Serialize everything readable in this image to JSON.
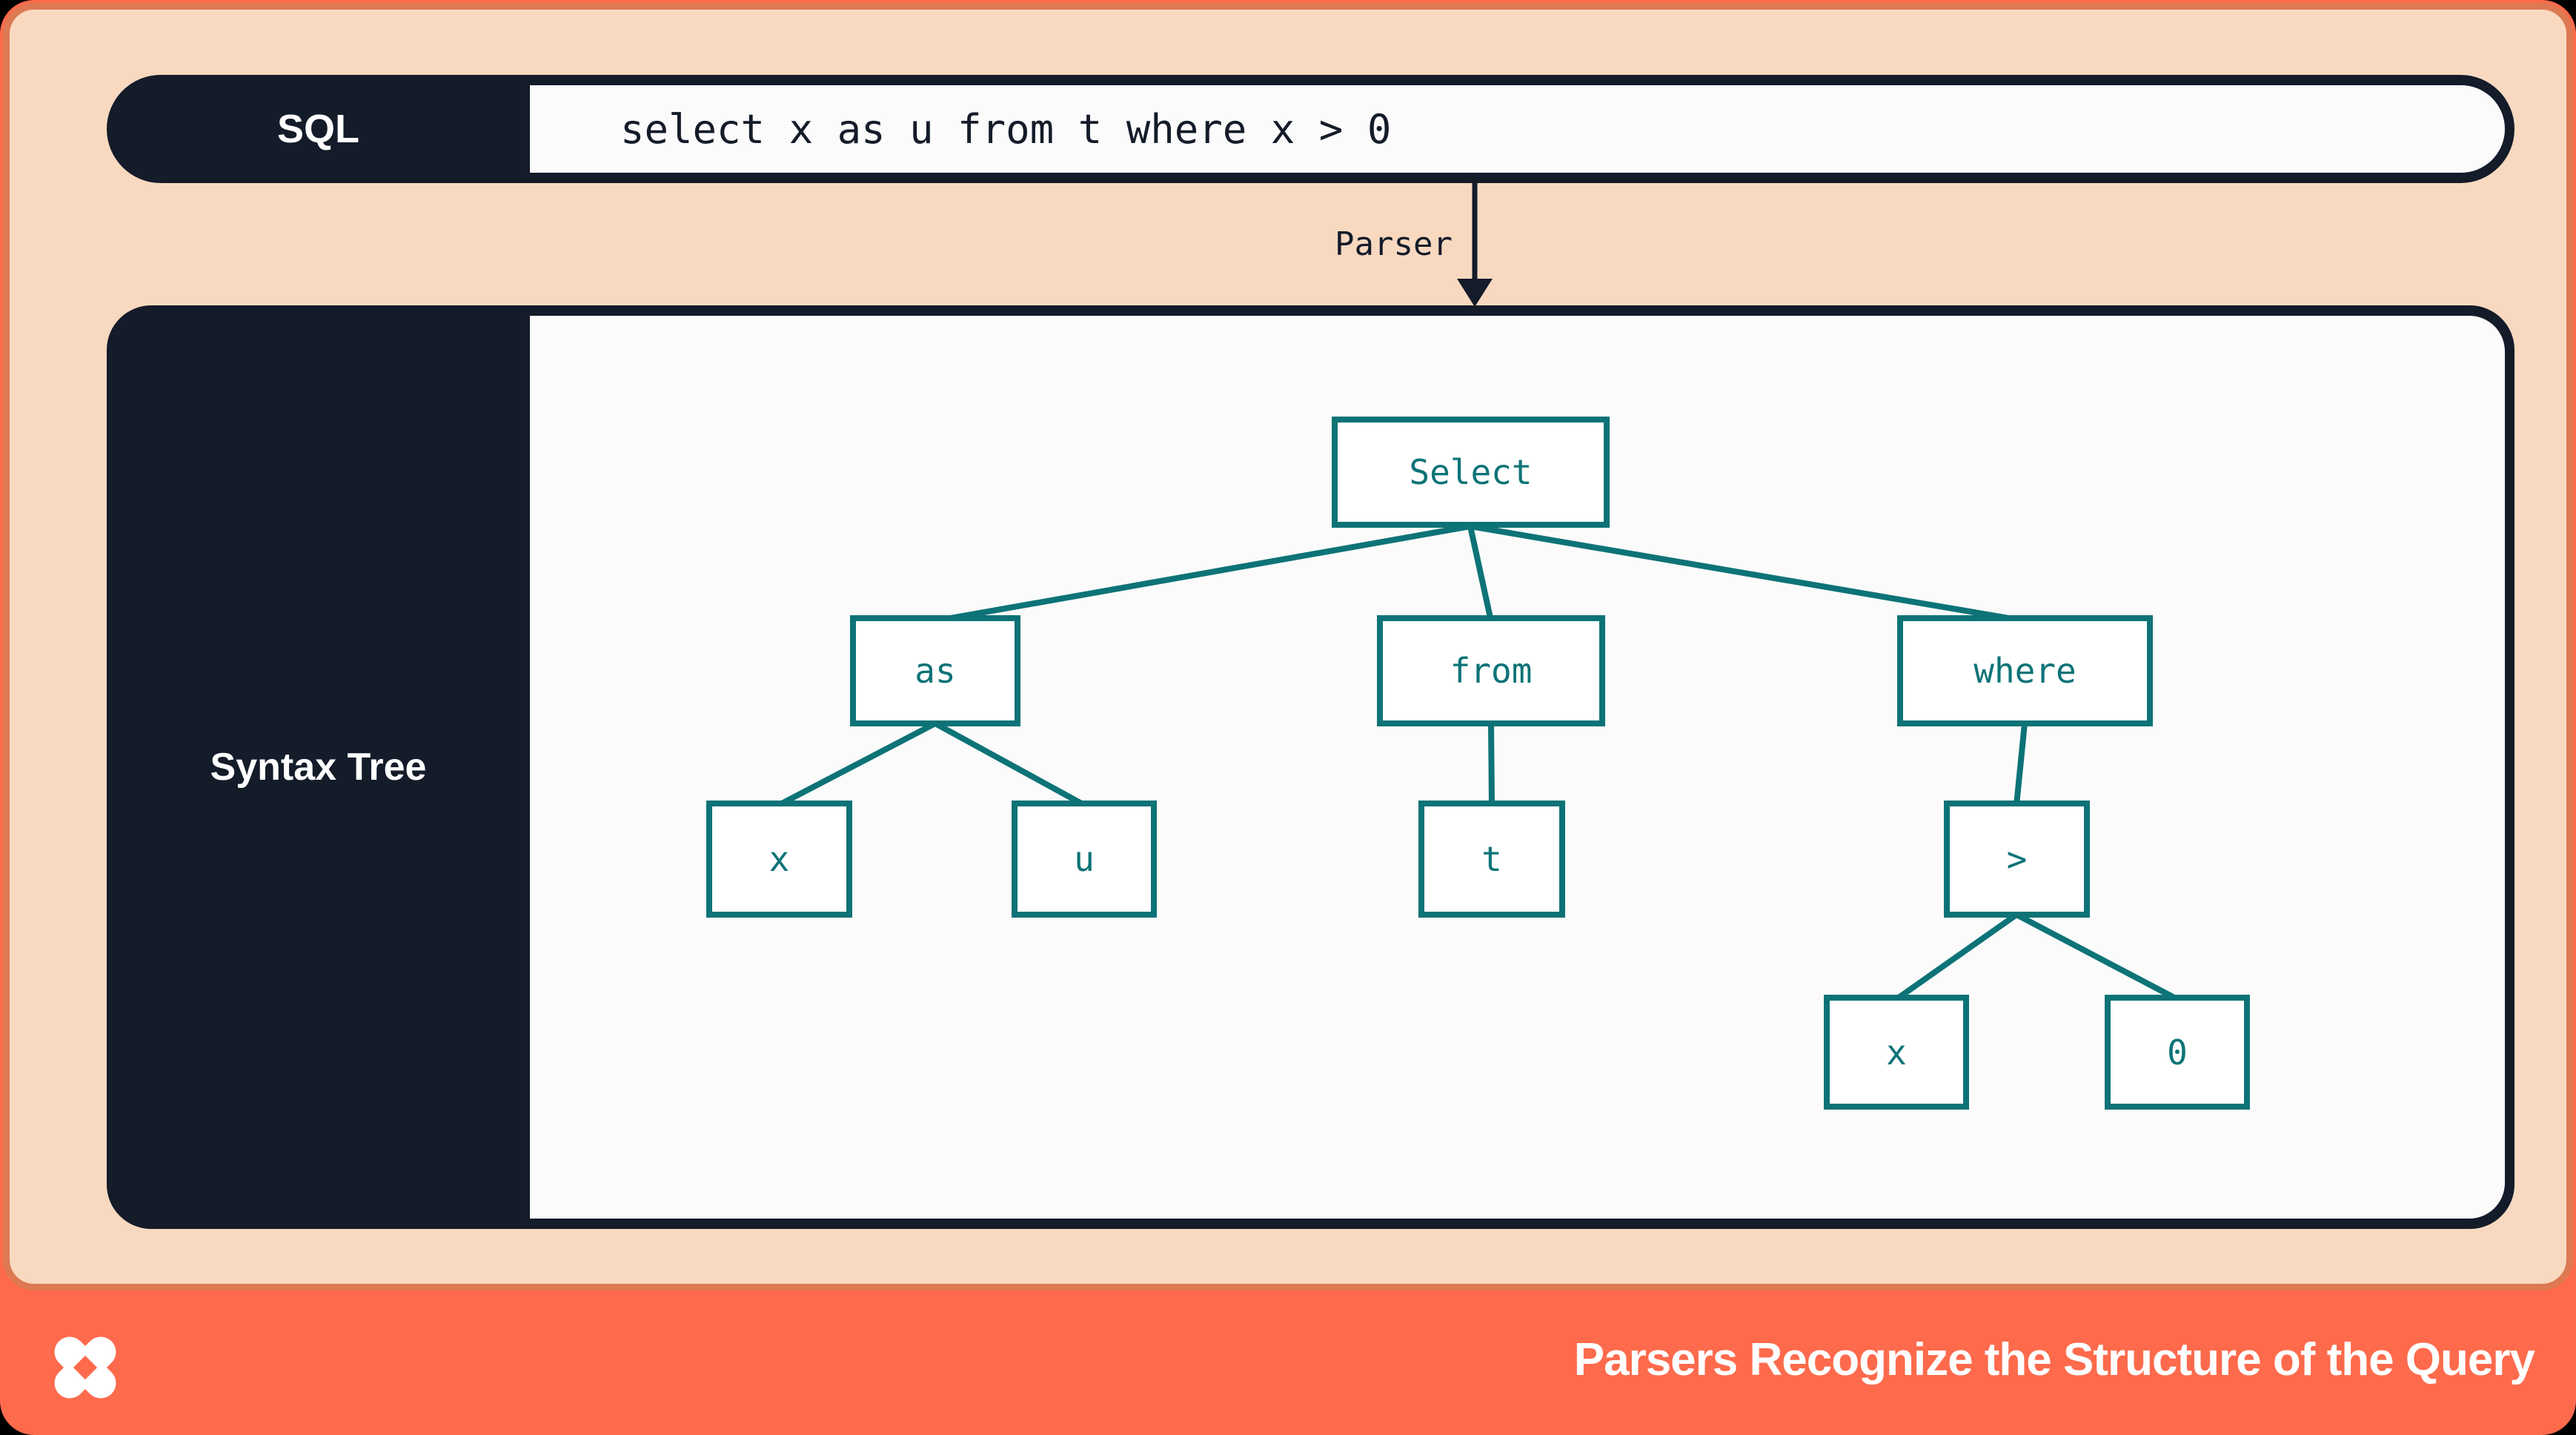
{
  "colors": {
    "background": "#000000",
    "card_orange": "#fe6a4c",
    "divider_orange": "#de7951",
    "peach": "#f8d9c0",
    "navy": "#141b29",
    "teal": "#0d7377",
    "panel_white": "#fbfbfb"
  },
  "sql_bar": {
    "label": "SQL",
    "query": "select x as u from t where x > 0"
  },
  "parser": {
    "label": "Parser"
  },
  "syntax_tree": {
    "label": "Syntax Tree",
    "nodes": [
      {
        "id": "select",
        "label": "Select"
      },
      {
        "id": "as",
        "label": "as"
      },
      {
        "id": "from",
        "label": "from"
      },
      {
        "id": "where",
        "label": "where"
      },
      {
        "id": "x-left",
        "label": "x"
      },
      {
        "id": "u",
        "label": "u"
      },
      {
        "id": "t",
        "label": "t"
      },
      {
        "id": "gt",
        "label": ">"
      },
      {
        "id": "x-right",
        "label": "x"
      },
      {
        "id": "zero",
        "label": "0"
      }
    ],
    "edges": [
      [
        "select",
        "as"
      ],
      [
        "select",
        "from"
      ],
      [
        "select",
        "where"
      ],
      [
        "as",
        "x-left"
      ],
      [
        "as",
        "u"
      ],
      [
        "from",
        "t"
      ],
      [
        "where",
        "gt"
      ],
      [
        "gt",
        "x-right"
      ],
      [
        "gt",
        "zero"
      ]
    ]
  },
  "footer": {
    "logo": "dolt-x-logo",
    "title": "Parsers Recognize the Structure of the Query"
  }
}
